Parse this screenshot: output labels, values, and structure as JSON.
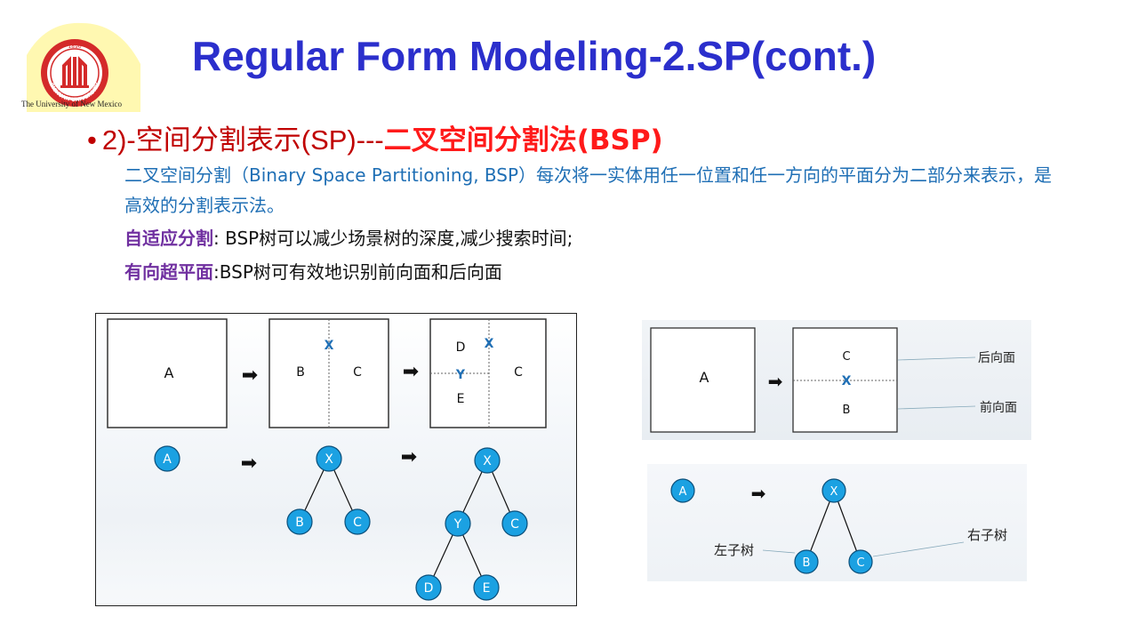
{
  "logo": {
    "caption": "The University of New Mexico",
    "seal_text": "SICHUAN UNIVERSITY",
    "year": "1896"
  },
  "title": "Regular Form Modeling-2.SP(cont.)",
  "bullet": {
    "marker": "•",
    "plain": "2)-空间分割表示(SP)---",
    "bold": "二叉空间分割法(BSP)"
  },
  "description": "二叉空间分割（Binary Space Partitioning, BSP）每次将一实体用任一位置和任一方向的平面分为二部分来表示，是高效的分割表示法。",
  "features": [
    {
      "label": "自适应分割",
      "sep": ": ",
      "text": "BSP树可以减少场景树的深度,减少搜索时间;"
    },
    {
      "label": "有向超平面",
      "sep": ":",
      "text": "BSP树可有效地识别前向面和后向面"
    }
  ],
  "left_diagram": {
    "regions": {
      "A": "A",
      "B": "B",
      "C": "C",
      "D": "D",
      "E": "E"
    },
    "planes": {
      "X": "X",
      "Y": "Y"
    },
    "arrow": "➡",
    "tree_nodes": {
      "A": "A",
      "X": "X",
      "Y": "Y",
      "B": "B",
      "C": "C",
      "D": "D",
      "E": "E"
    }
  },
  "right_diagram": {
    "regions": {
      "A": "A",
      "C": "C",
      "B": "B"
    },
    "plane": "X",
    "back_face": "后向面",
    "front_face": "前向面",
    "arrow": "➡",
    "tree_nodes": {
      "A": "A",
      "X": "X",
      "B": "B",
      "C": "C"
    },
    "left_subtree": "左子树",
    "right_subtree": "右子树"
  },
  "colors": {
    "title": "#2b2fcc",
    "bullet": "#c00000",
    "bullet_bold": "#ff1a1a",
    "description": "#1f6fb5",
    "feature_label": "#7030a0",
    "tree_node": "#1ba1e2",
    "plane_label": "#1f6fb5"
  }
}
